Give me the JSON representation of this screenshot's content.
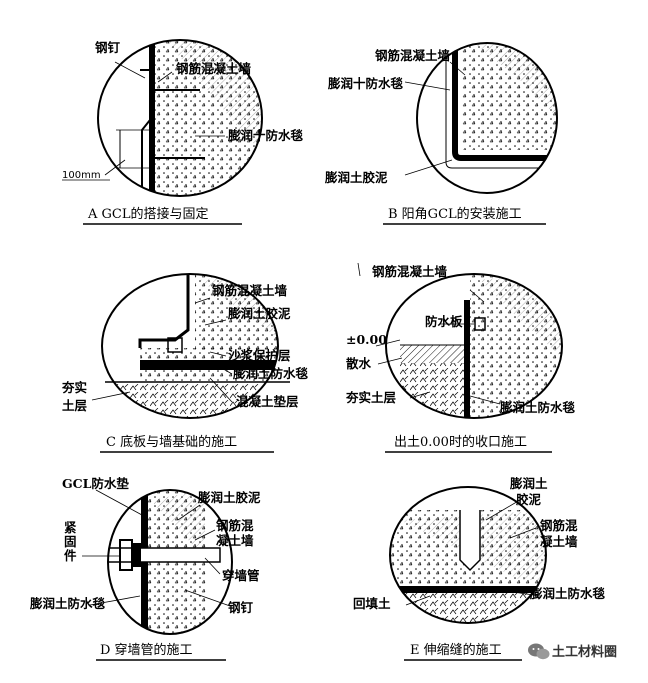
{
  "panels": {
    "a": {
      "caption": "A  GCL的搭接与固定",
      "labels": {
        "nail": "钢钉",
        "wall": "钢筋混凝土墙",
        "blanket": "膨润十防水毯",
        "dim": "100mm"
      }
    },
    "b": {
      "caption": "B  阳角GCL的安装施工",
      "labels": {
        "wall": "钢筋混凝土墙",
        "blanket": "膨润十防水毯",
        "paste": "膨润土胶泥"
      }
    },
    "c": {
      "caption": "C  底板与墙基础的施工",
      "labels": {
        "wall": "钢筋混凝土墙",
        "paste": "膨润土胶泥",
        "mortar": "沙浆保护层",
        "blanket": "膨润土防水毯",
        "cushion": "混凝土垫层",
        "soil_line1": "夯实",
        "soil_line2": "土层"
      }
    },
    "d": {
      "caption": "出土0.00时的收口施工",
      "labels": {
        "wall": "钢筋混凝土墙",
        "board": "防水板",
        "level": "±0.00",
        "apron": "散水",
        "soil": "夯实土层",
        "blanket": "膨润土防水毯"
      }
    },
    "e": {
      "caption": "D  穿墙管的施工",
      "labels": {
        "gcl": "GCL防水垫",
        "paste": "膨润土胶泥",
        "fastener_1": "紧",
        "fastener_2": "固",
        "fastener_3": "件",
        "wall_line1": "钢筋混",
        "wall_line2": "凝土墙",
        "pipe": "穿墙管",
        "blanket": "膨润土防水毯",
        "nail": "钢钉"
      }
    },
    "f": {
      "caption": "E  伸缩缝的施工",
      "labels": {
        "paste_line1": "膨润土",
        "paste_line2": "胶泥",
        "wall_line1": "钢筋混",
        "wall_line2": "凝土墙",
        "backfill": "回填土",
        "blanket": "膨润土防水毯"
      }
    }
  },
  "watermark": {
    "text": "土工材料圈",
    "icon": "wechat-icon"
  }
}
